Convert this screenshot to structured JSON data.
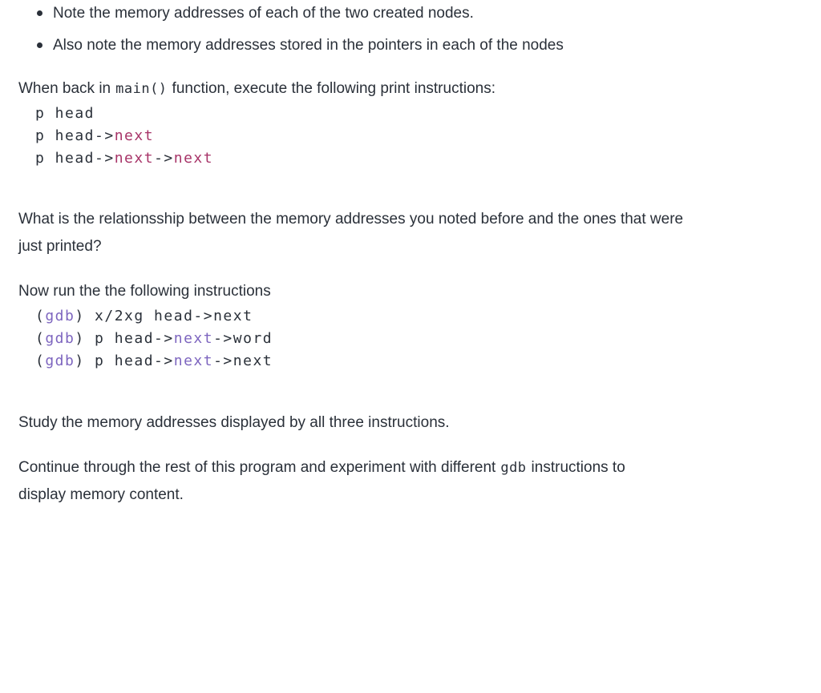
{
  "colors": {
    "text": "#2a3039",
    "pink": "#a73468",
    "purple": "#7d65bf",
    "background": "#ffffff"
  },
  "list": {
    "items": [
      "Note the memory addresses of each of the two created nodes.",
      "Also note the memory addresses stored in the pointers in each of the nodes"
    ]
  },
  "paragraphs": {
    "p1": {
      "before": "When back in",
      "code": "main()",
      "after": "function, execute the following print instructions:"
    },
    "p2": {
      "line1": "What is the relationsship between the memory addresses you noted before and the ones that were",
      "line2": "just printed?"
    },
    "p3": "Now run the the following instructions",
    "p4": "Study the memory addresses displayed by all three instructions.",
    "p5": {
      "before": "Continue through the rest of this program and experiment with different",
      "code": "gdb",
      "after": "instructions to",
      "line2": "display memory content."
    }
  },
  "code_blocks": {
    "block1": {
      "lines": [
        [
          {
            "t": "p head",
            "c": "plain"
          }
        ],
        [
          {
            "t": "p head->",
            "c": "plain"
          },
          {
            "t": "next",
            "c": "pink"
          }
        ],
        [
          {
            "t": "p head->",
            "c": "plain"
          },
          {
            "t": "next",
            "c": "pink"
          },
          {
            "t": "->",
            "c": "plain"
          },
          {
            "t": "next",
            "c": "pink"
          }
        ]
      ]
    },
    "block2": {
      "lines": [
        [
          {
            "t": "(",
            "c": "plain"
          },
          {
            "t": "gdb",
            "c": "purple"
          },
          {
            "t": ") x/2xg head->next",
            "c": "plain"
          }
        ],
        [
          {
            "t": "(",
            "c": "plain"
          },
          {
            "t": "gdb",
            "c": "purple"
          },
          {
            "t": ") p head->",
            "c": "plain"
          },
          {
            "t": "next",
            "c": "purple"
          },
          {
            "t": "->word",
            "c": "plain"
          }
        ],
        [
          {
            "t": "(",
            "c": "plain"
          },
          {
            "t": "gdb",
            "c": "purple"
          },
          {
            "t": ") p head->",
            "c": "plain"
          },
          {
            "t": "next",
            "c": "purple"
          },
          {
            "t": "->next",
            "c": "plain"
          }
        ]
      ]
    }
  }
}
